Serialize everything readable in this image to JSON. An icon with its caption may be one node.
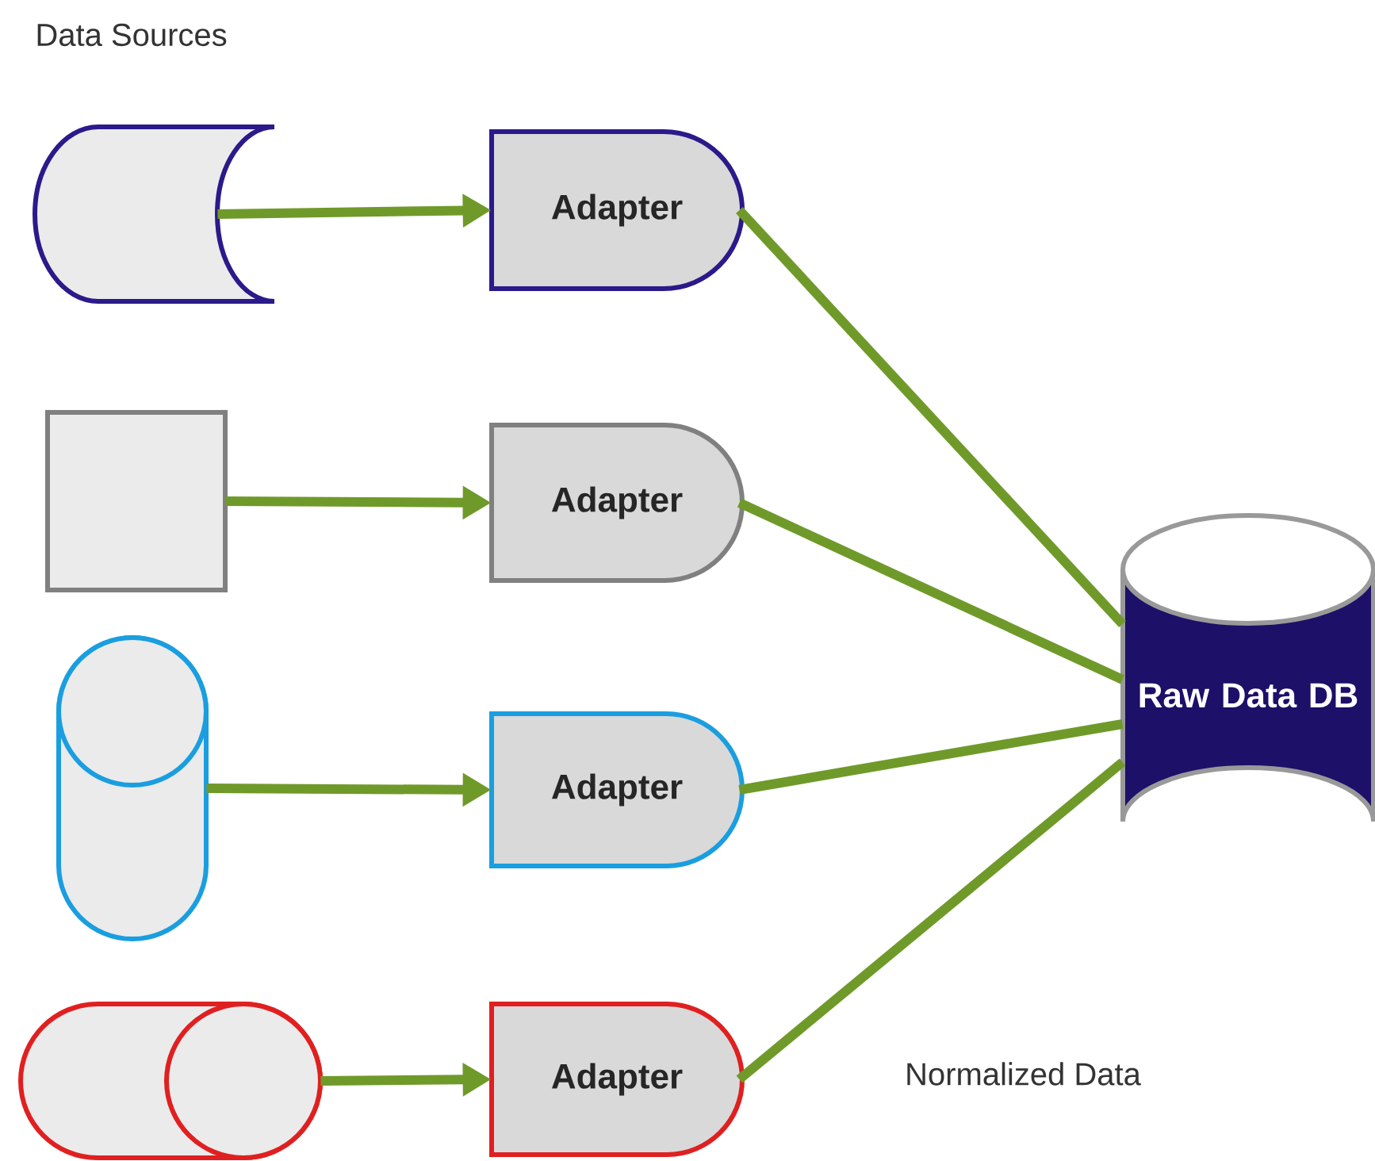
{
  "diagram": {
    "title": "Data Sources",
    "nodes": [
      {
        "text": [],
        "shape": "storage"
      },
      {
        "text": [],
        "shape": "box"
      },
      {
        "text": [],
        "shape": "cylinder"
      },
      {
        "text": [],
        "shape": "drum"
      },
      {
        "text": [
          "Adapter"
        ]
      },
      {
        "text": [
          "Adapter"
        ]
      },
      {
        "text": [
          "Adapter"
        ]
      },
      {
        "text": [
          "Adapter"
        ]
      },
      {
        "text": [
          "Raw Data DB"
        ]
      }
    ],
    "edges": [
      {
        "from": 0,
        "to": 4,
        "arrow": "to"
      },
      {
        "from": 1,
        "to": 5,
        "arrow": "to"
      },
      {
        "from": 2,
        "to": 6,
        "arrow": "to"
      },
      {
        "from": 3,
        "to": 7,
        "arrow": "to"
      },
      {
        "from": 4,
        "to": 8,
        "arrow": "none"
      },
      {
        "from": 5,
        "to": 8,
        "arrow": "none"
      },
      {
        "from": 6,
        "to": 8,
        "arrow": "none"
      },
      {
        "from": 7,
        "to": 8,
        "arrow": "none"
      }
    ],
    "labels": [
      "Normalized Data"
    ]
  }
}
